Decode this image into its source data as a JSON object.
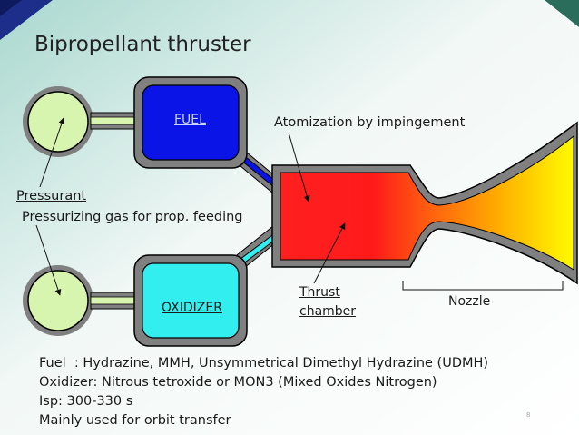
{
  "title": "Bipropellant thruster",
  "labels": {
    "atomization": "Atomization by impingement",
    "pressurant": "Pressurant",
    "pressurant_desc": "Pressurizing gas for prop. feeding",
    "fuel_tank": "FUEL",
    "oxidizer_tank": "OXIDIZER",
    "thrust_line1": "Thrust",
    "thrust_line2": "chamber",
    "nozzle": "Nozzle"
  },
  "info": {
    "fuel": "Fuel  : Hydrazine, MMH, Unsymmetrical Dimethyl Hydrazine (UDMH)",
    "oxidizer": "Oxidizer: Nitrous tetroxide or MON3 (Mixed Oxides Nitrogen)",
    "isp": "Isp: 300-330 s",
    "usage": "Mainly used for orbit transfer"
  },
  "page_number": "8",
  "colors": {
    "fuel": "#0a14e6",
    "oxidizer": "#33eeee",
    "pressurant": "#d8f5b0",
    "tank_shell": "#7f7f7f",
    "chamber_hot": "#ff2020",
    "nozzle_exit": "#ffff00"
  }
}
